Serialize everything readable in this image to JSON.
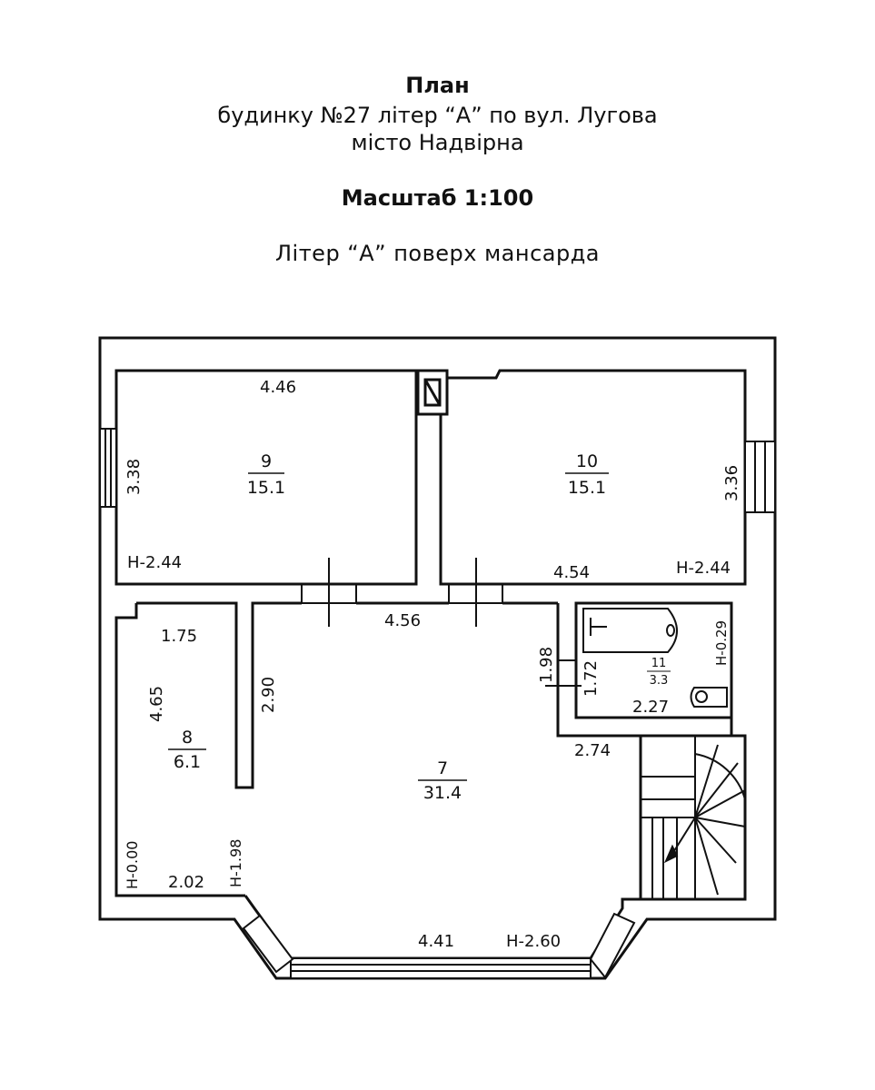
{
  "header": {
    "title": "План",
    "address": "будинку №27 літер “А” по вул. Лугова",
    "city": "місто Надвірна",
    "scale": "Масштаб 1:100",
    "floor": "Літер “А” поверх мансарда"
  },
  "rooms": {
    "r9": {
      "number": "9",
      "area": "15.1"
    },
    "r10": {
      "number": "10",
      "area": "15.1"
    },
    "r11": {
      "number": "11",
      "area": "3.3"
    },
    "r8": {
      "number": "8",
      "area": "6.1"
    },
    "r7": {
      "number": "7",
      "area": "31.4"
    }
  },
  "dimensions": {
    "r9_width": "4.46",
    "r9_depth": "3.38",
    "r9_height": "Н-2.44",
    "r10_depth": "3.36",
    "r10_width": "4.54",
    "r10_height": "Н-2.44",
    "r7_top": "4.56",
    "r8_top": "1.75",
    "r8_side": "4.65",
    "wall_290": "2.90",
    "r11_198": "1.98",
    "r11_172": "1.72",
    "r11_227": "2.27",
    "r11_height": "Н-0.29",
    "r7_274": "2.74",
    "r8_height": "Н-0.00",
    "r8_low_height": "Н-1.98",
    "r8_bottom": "2.02",
    "r7_bottom": "4.41",
    "r7_height": "Н-2.60"
  }
}
